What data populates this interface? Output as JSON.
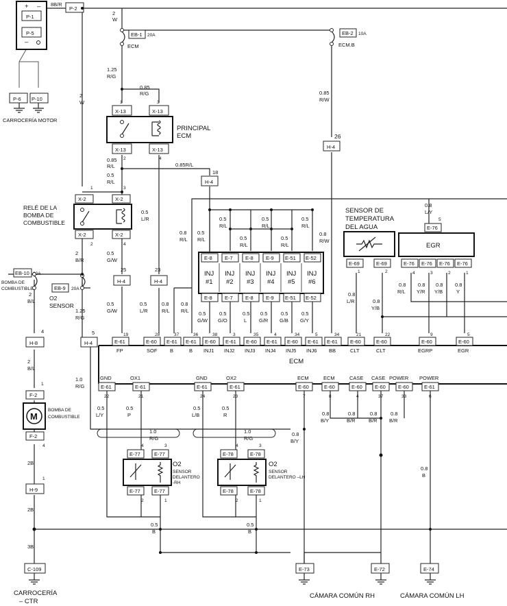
{
  "labels": {
    "wire_8b_r": "8B/R",
    "p2": "P-2",
    "p1": "P-1",
    "p5": "P-5",
    "p6": "P-6",
    "p10": "P-10",
    "carroceria_motor": "CARROCERÍA MOTOR",
    "w2_top": "2",
    "w2_top_c": "W",
    "eb1": "EB-1",
    "eb1_amp": "20A",
    "ecm_fuse": "ECM",
    "eb2": "EB-2",
    "eb2_amp": "10A",
    "ecm_b_fuse": "ECM.B",
    "w125": "1.25",
    "w125_c": "R/G",
    "w085a": "0.85",
    "w085a_c": "R/G",
    "x13": "X-13",
    "pin1": "1",
    "pin2": "2",
    "pin3": "3",
    "pin4": "4",
    "pin5": "5",
    "principal": "PRINCIPAL",
    "principal_ecm": "ECM",
    "w085rw": "0.85",
    "w085rw_c": "R/W",
    "h4": "H-4",
    "pin26": "26",
    "w2_left": "2",
    "w2_left_c": "W",
    "w085rl": "0.85",
    "w085rl_c": "R/L",
    "w085rl_long": "0.85R/L",
    "pin18": "18",
    "w05rl": "0.5",
    "w05rl_c": "R/L",
    "x2": "X-2",
    "rele_l1": "RELÉ DE LA",
    "rele_l2": "BOMBA DE",
    "rele_l3": "COMBUSTIBLE",
    "w2br": "2",
    "w2br_c": "B/R",
    "w05gw": "0.5",
    "w05gw_c": "G/W",
    "eb10": "EB-10",
    "eb10_amp": "20A",
    "bomba_l1": "BOMBA DE",
    "bomba_l2": "COMBUSTIBLE",
    "eb9": "EB-9",
    "eb9_amp": "20A",
    "o2_l1": "O2",
    "o2_l2": "SENSOR",
    "w2bl": "2",
    "w2bl_c": "B/L",
    "w125rg": "1.25",
    "w125rg_c": "R/G",
    "h8": "H-8",
    "pin25": "25",
    "pin23": "23",
    "w05lr": "0.5",
    "w05lr_c": "L/R",
    "w08rl": "0.8",
    "w08rl_c": "R/L",
    "f2": "F-2",
    "bomba_motor_l1": "BOMBA DE",
    "bomba_motor_l2": "COMBUSTIBLE",
    "motor_m": "M",
    "w2b": "2B",
    "h9": "H-9",
    "w3b": "3B",
    "c109": "C-109",
    "carroceria_ctr_l1": "CARROCERÍA",
    "carroceria_ctr_l2": "– CTR",
    "w10rg": "1.0",
    "w10rg_c": "R/G",
    "inj_l1": "INJ",
    "inj1": "#1",
    "inj2": "#2",
    "inj3": "#3",
    "inj4": "#4",
    "inj5": "#5",
    "inj6": "#6",
    "e8": "E-8",
    "e7": "E-7",
    "e9": "E-9",
    "e51": "E-51",
    "e52": "E-52",
    "sensor_t1": "SENSOR DE",
    "sensor_t2": "TEMPERATURA",
    "sensor_t3": "DEL AGUA",
    "e69": "E-69",
    "egr": "EGR",
    "e76": "E-76",
    "w08ly": "0.8",
    "w08ly_c": "L/Y",
    "e61": "E-61",
    "e60": "E-60",
    "fp": "FP",
    "sof": "SOF",
    "b": "B",
    "inj1_pin": "INJ1",
    "inj2_pin": "INJ2",
    "inj3_pin": "INJ3",
    "inj4_pin": "INJ4",
    "inj5_pin": "INJ5",
    "inj6_pin": "INJ6",
    "bb": "BB",
    "clt": "CLT",
    "egrp": "EGRP",
    "egr_pin": "EGR",
    "ecm_main": "ECM",
    "gnd": "GND",
    "ox1": "OX1",
    "ox2": "OX2",
    "ecm_lbl": "ECM",
    "case_lbl": "CASE",
    "power_lbl": "POWER",
    "e77": "E-77",
    "e78": "E-78",
    "o2_sensor": "O2",
    "rh_l1": "SENSOR",
    "rh_l2": "DELANTERO",
    "rh_l3": "-RH",
    "lh_l1": "SENSOR",
    "lh_l2": "DELANTERO –LH",
    "e73": "E-73",
    "e72": "E-72",
    "e74": "E-74",
    "camara_rh": "CÁMARA COMÚN RH",
    "camara_lh": "CÁMARA COMÚN LH",
    "w05b": "0.5",
    "w05b_c": "B",
    "w08b": "0.8",
    "w08b_c": "B",
    "w08by": "0.8",
    "w08by_c": "B/Y",
    "w08br": "0.8",
    "w08br_c": "B/R",
    "w05ly": "0.5",
    "w05ly_c": "L/Y",
    "w05p": "0.5",
    "w05p_c": "P",
    "w05lb": "0.5",
    "w05lb_c": "L/B",
    "w05r": "0.5",
    "w05r_c": "R",
    "w10rg2": "1.0",
    "w10rg2_c": "R/G",
    "w05gw2": "0.5",
    "w05gw2_c": "G/W",
    "w05go": "0.5",
    "w05go_c": "G/O",
    "w05l": "0.5",
    "w05l_c": "L",
    "w05gr": "0.5",
    "w05gr_c": "G/R",
    "w05gb": "0.5",
    "w05gb_c": "G/B",
    "w05gy": "0.5",
    "w05gy_c": "G/Y",
    "w08lr": "0.8",
    "w08lr_c": "L/R",
    "w08yb": "0.8",
    "w08yb_c": "Y/B",
    "w08yr": "0.8",
    "w08yr_c": "Y/R",
    "w08y": "0.8",
    "w08y_c": "Y",
    "w08rw": "0.8",
    "w08rw_c": "R/W",
    "n7": "7",
    "n8": "8",
    "n4": "4",
    "n37": "37",
    "n33": "33",
    "n6": "6",
    "n22": "22",
    "n21": "21",
    "n24": "24",
    "n23": "23",
    "n19": "19",
    "n28": "28",
    "n36": "36",
    "n38": "38",
    "n35": "35",
    "n34": "34",
    "n9": "9",
    "n5": "5"
  }
}
